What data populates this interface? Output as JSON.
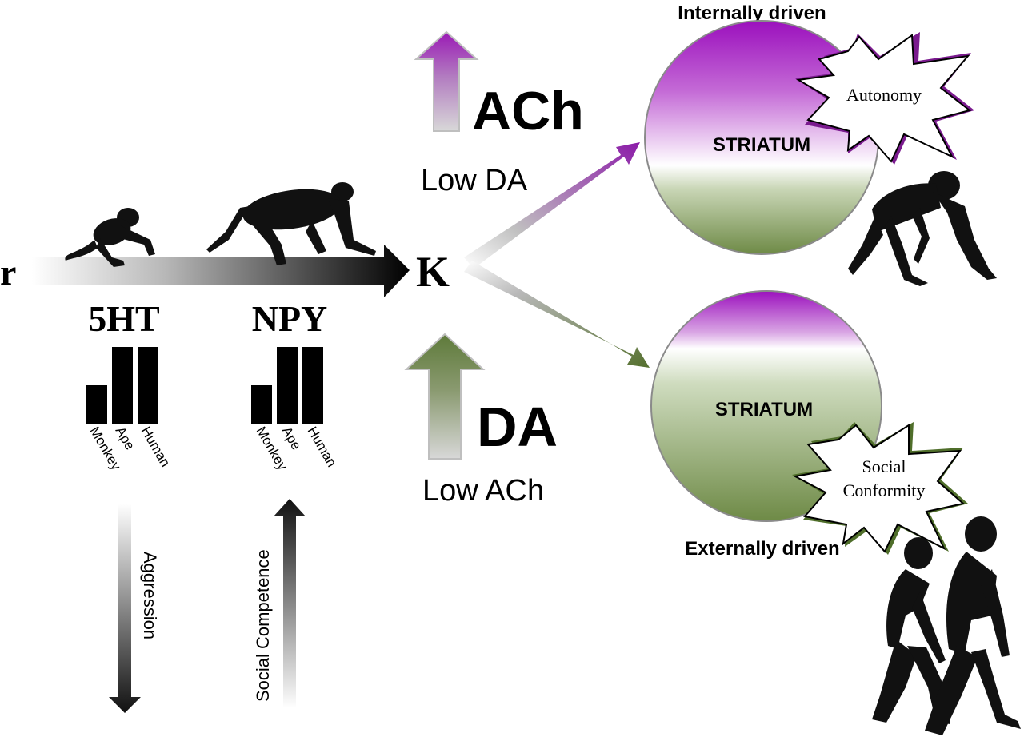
{
  "selection_axis": {
    "left_label": "r",
    "right_label": "K"
  },
  "neurotransmitters": [
    {
      "id": "5ht",
      "label": "5HT",
      "bars": [
        {
          "species": "Monkey",
          "level": 0.5
        },
        {
          "species": "Ape",
          "level": 1.0
        },
        {
          "species": "Human",
          "level": 1.0
        }
      ],
      "trend_label": "Aggression",
      "trend_direction": "down"
    },
    {
      "id": "npy",
      "label": "NPY",
      "bars": [
        {
          "species": "Monkey",
          "level": 0.5
        },
        {
          "species": "Ape",
          "level": 1.0
        },
        {
          "species": "Human",
          "level": 1.0
        }
      ],
      "trend_label": "Social Competence",
      "trend_direction": "up"
    }
  ],
  "upper_branch": {
    "up_arrow_label": "ACh",
    "low_label": "Low DA",
    "top_caption": "Internally driven",
    "striatum_label": "STRIATUM",
    "starburst_label": "Autonomy",
    "color": "#9a1ab5"
  },
  "lower_branch": {
    "up_arrow_label": "DA",
    "low_label": "Low ACh",
    "bottom_caption": "Externally driven",
    "striatum_label": "STRIATUM",
    "starburst_label_lines": [
      "Social",
      "Conformity"
    ],
    "color": "#5e7a3a"
  }
}
